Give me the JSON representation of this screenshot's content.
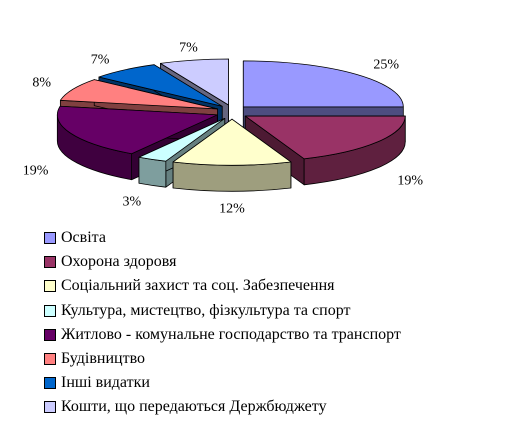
{
  "chart_data": {
    "type": "pie",
    "title": "",
    "categories": [
      "Освіта",
      "Охорона здоровя",
      "Соціальний захист та соц. Забезпечення",
      "Культура, мистецтво, фізкультура та спорт",
      "Житлово - комунальне господарство та транспорт",
      "Будівництво",
      "Інші видатки",
      "Кошти, що передаються Держбюджету"
    ],
    "values": [
      25,
      19,
      12,
      3,
      19,
      8,
      7,
      7
    ],
    "labels": [
      "25%",
      "19%",
      "12%",
      "3%",
      "19%",
      "8%",
      "7%",
      "7%"
    ],
    "colors": [
      "#9999ff",
      "#993366",
      "#ffffcc",
      "#ccffff",
      "#660066",
      "#ff8080",
      "#0066cc",
      "#ccccff"
    ],
    "exploded": true,
    "three_d": true,
    "legend_position": "bottom-left"
  }
}
